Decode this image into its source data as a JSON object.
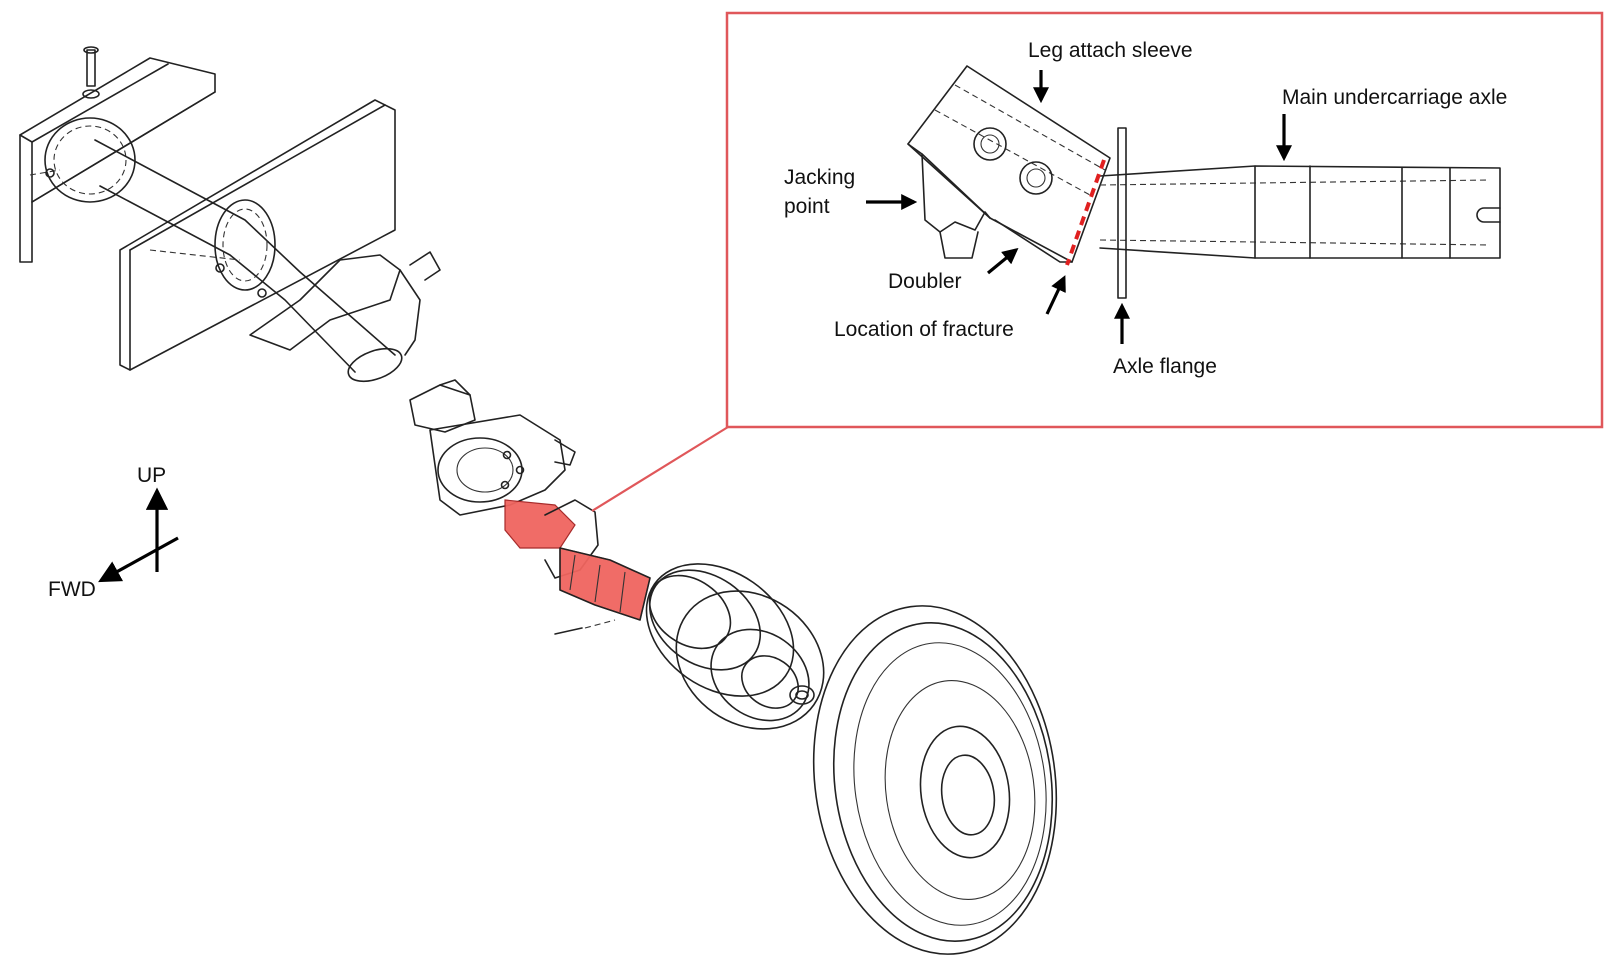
{
  "labels": {
    "leg_attach_sleeve": "Leg attach sleeve",
    "main_undercarriage_axle": "Main undercarriage axle",
    "jacking_point_line1": "Jacking",
    "jacking_point_line2": "point",
    "doubler": "Doubler",
    "location_of_fracture": "Location of fracture",
    "axle_flange": "Axle flange",
    "up": "UP",
    "fwd": "FWD"
  },
  "colors": {
    "callout_border": "#e0575a",
    "highlight": "#f0655f",
    "fracture_line": "#e02020",
    "ink": "#222222"
  }
}
